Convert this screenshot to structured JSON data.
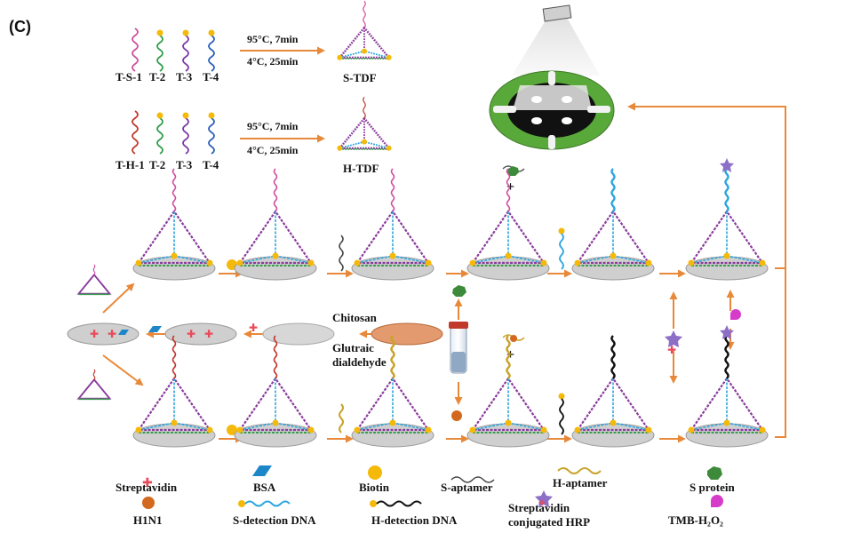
{
  "panel_label": "(C)",
  "assembly": {
    "s_strands": [
      "T-S-1",
      "T-2",
      "T-3",
      "T-4"
    ],
    "h_strands": [
      "T-H-1",
      "T-2",
      "T-3",
      "T-4"
    ],
    "condition_1": "95°C, 7min",
    "condition_2": "4°C, 25min",
    "s_product": "S-TDF",
    "h_product": "H-TDF"
  },
  "steps": {
    "chitosan": "Chitosan",
    "glutaraldehyde_1": "Glutraic",
    "glutaraldehyde_2": "dialdehyde",
    "plus": "+"
  },
  "legend": {
    "streptavidin": "Streptavidin",
    "h1n1": "H1N1",
    "bsa": "BSA",
    "s_detection": "S-detection DNA",
    "biotin": "Biotin",
    "h_detection": "H-detection DNA",
    "s_aptamer": "S-aptamer",
    "h_aptamer": "H-aptamer",
    "sa_hrp_1": "Streptavidin",
    "sa_hrp_2": "conjugated HRP",
    "s_protein": "S protein",
    "tmb": "TMB-H₂O₂"
  },
  "colors": {
    "arrow": "#e8893a",
    "tdf_outline": "#8a3c9c",
    "tdf_base": "#3b9c4f",
    "disc": "#cfcfcf",
    "streptavidin": "#e84a5a",
    "bsa": "#1d86c9",
    "biotin": "#f5b90a",
    "s_protein": "#3d8a3a",
    "h1n1": "#d2691e",
    "tmb": "#d63cc9",
    "s_aptamer": "#444444",
    "h_aptamer": "#c9a32a",
    "s_detection": "#2ba6df",
    "h_detection": "#111111",
    "chip_ring": "#58a83a"
  }
}
